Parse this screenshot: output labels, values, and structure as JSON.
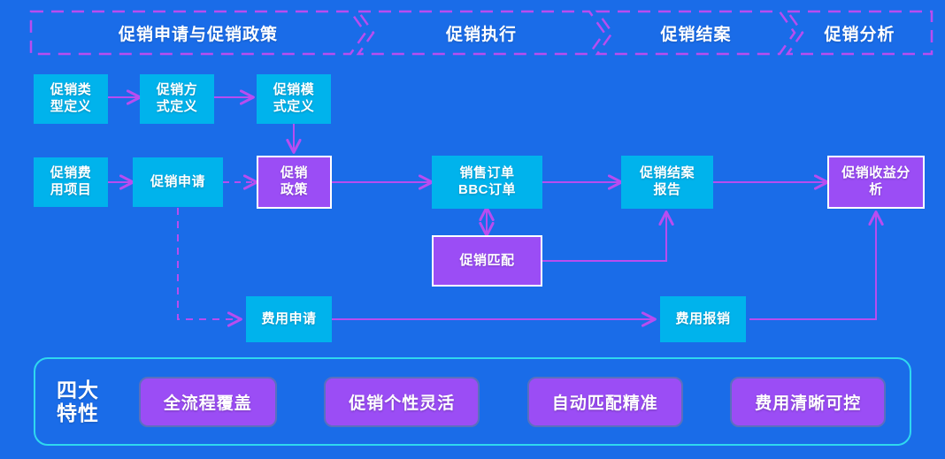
{
  "canvas": {
    "background_color": "#1a6ce8",
    "accent_cyan": "#00b3ec",
    "accent_purple": "#9b4df5",
    "connector_color": "#b84df0",
    "border_white": "#ffffff",
    "feature_border": "#2fd8ef"
  },
  "phases": [
    {
      "label": "促销申请与促销政策"
    },
    {
      "label": "促销执行"
    },
    {
      "label": "促销结案"
    },
    {
      "label": "促销分析"
    }
  ],
  "nodes": {
    "promo_type_def": {
      "label": "促销类型定义",
      "line1": "促销类",
      "line2": "型定义",
      "style": "cyan"
    },
    "promo_method_def": {
      "label": "促销方式定义",
      "line1": "促销方",
      "line2": "式定义",
      "style": "cyan"
    },
    "promo_mode_def": {
      "label": "促销模式定义",
      "line1": "促销模",
      "line2": "式定义",
      "style": "cyan"
    },
    "promo_cost_item": {
      "label": "促销费用项目",
      "line1": "促销费",
      "line2": "用项目",
      "style": "cyan"
    },
    "promo_apply": {
      "label": "促销申请",
      "line1": "促销申请",
      "line2": "",
      "style": "cyan"
    },
    "promo_policy": {
      "label": "促销政策",
      "line1": "促销",
      "line2": "政策",
      "style": "purple"
    },
    "sales_order": {
      "label": "销售订单BBC订单",
      "line1": "销售订单",
      "line2": "BBC订单",
      "style": "cyan"
    },
    "promo_match": {
      "label": "促销匹配",
      "line1": "促销匹配",
      "line2": "",
      "style": "purple"
    },
    "promo_closing_report": {
      "label": "促销结案报告",
      "line1": "促销结案",
      "line2": "报告",
      "style": "cyan"
    },
    "promo_profit_analysis": {
      "label": "促销收益分析",
      "line1": "促销收益分",
      "line2": "析",
      "style": "purple"
    },
    "expense_apply": {
      "label": "费用申请",
      "line1": "费用申请",
      "line2": "",
      "style": "cyan"
    },
    "expense_reimburse": {
      "label": "费用报销",
      "line1": "费用报销",
      "line2": "",
      "style": "cyan"
    }
  },
  "features": {
    "title_line1": "四大",
    "title_line2": "特性",
    "pills": [
      {
        "label": "全流程覆盖"
      },
      {
        "label": "促销个性灵活"
      },
      {
        "label": "自动匹配精准"
      },
      {
        "label": "费用清晰可控"
      }
    ]
  }
}
